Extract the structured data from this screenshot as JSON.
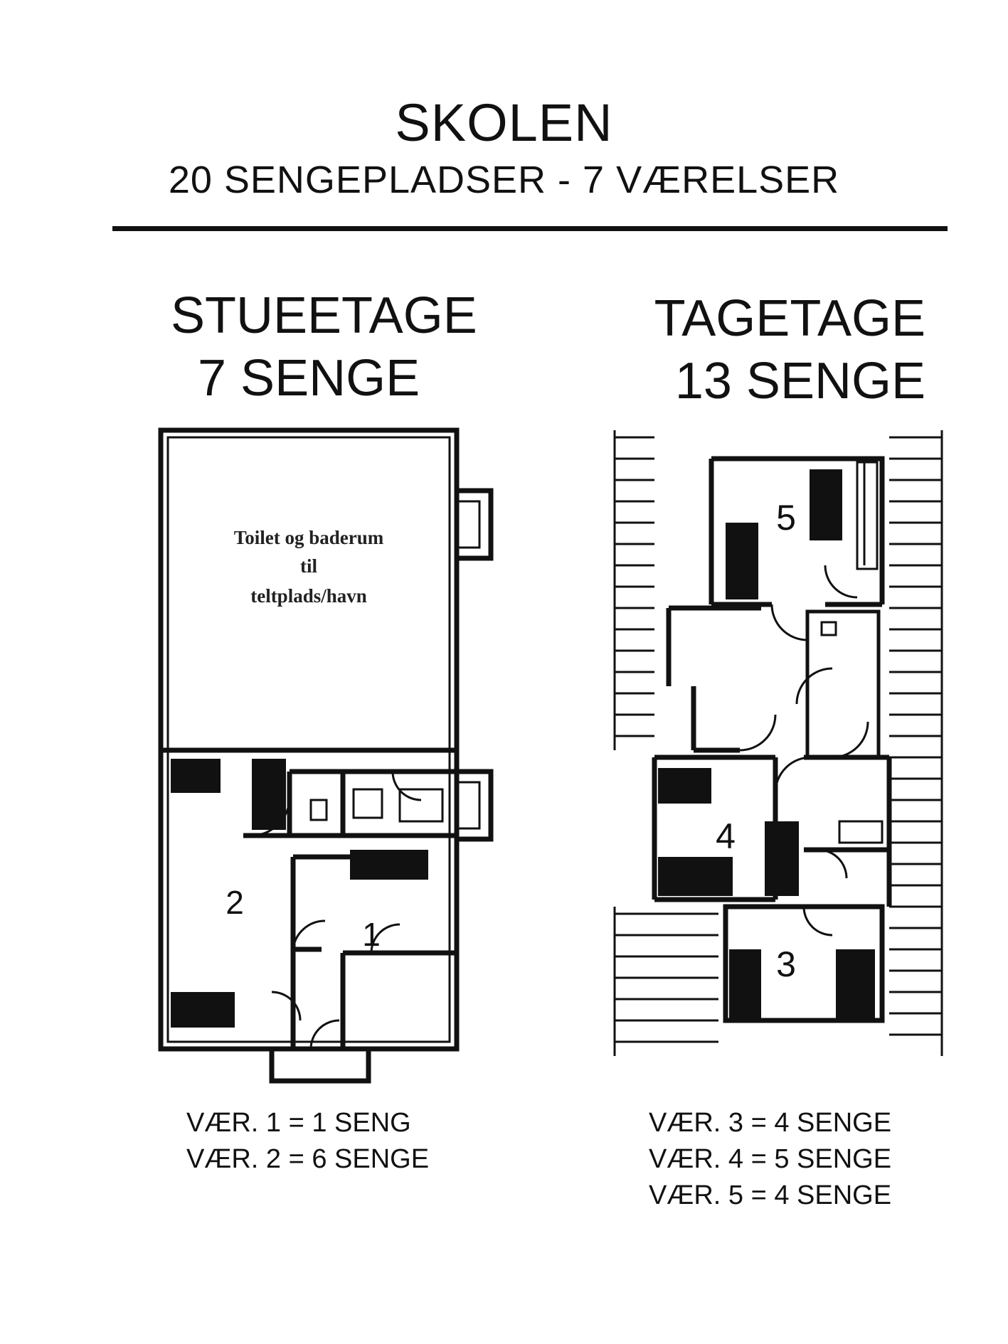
{
  "header": {
    "title": "SKOLEN",
    "subtitle": "20 SENGEPLADSER - 7 VÆRELSER"
  },
  "floors": {
    "ground": {
      "name": "STUEETAGE",
      "beds": "7 SENGE",
      "plan_label": [
        "Toilet og baderum",
        "til",
        "teltplads/havn"
      ],
      "room_labels": [
        "2",
        "1"
      ],
      "legend": [
        "VÆR. 1 = 1 SENG",
        "VÆR. 2 = 6 SENGE"
      ]
    },
    "attic": {
      "name": "TAGETAGE",
      "beds": "13  SENGE",
      "room_labels": [
        "5",
        "4",
        "3"
      ],
      "legend": [
        "VÆR. 3 = 4 SENGE",
        "VÆR. 4 = 5 SENGE",
        "VÆR. 5 = 4 SENGE"
      ]
    }
  },
  "colors": {
    "ink": "#111111",
    "background": "#ffffff"
  }
}
